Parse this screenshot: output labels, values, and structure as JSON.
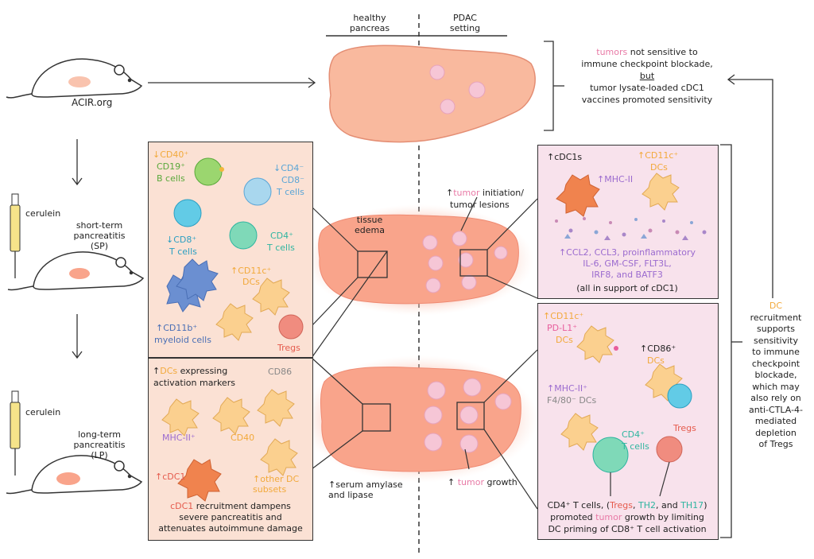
{
  "colors": {
    "peach_panel": "#fbe1d4",
    "pink_panel": "#f8e2ec",
    "organ": "#f9b99e",
    "tumor": "#f6c6d6",
    "dc": "#fbd08f",
    "b_cell": "#9bd66f",
    "t_cell": "#a9d7ee",
    "cd4": "#7fd9b8",
    "cd8": "#62cbe6",
    "myeloid": "#6b8fd1",
    "treg": "#f08c7f",
    "cdc1": "#f0834e",
    "text_orange": "#f2a93b",
    "text_green": "#5aa83b",
    "text_blue": "#5aa5d6",
    "text_teal": "#2fb5a0",
    "text_purple": "#9b6bcf",
    "text_pink": "#e85d9c",
    "text_red": "#e55b4d"
  },
  "header": {
    "healthy": "healthy\npancreas",
    "pdac": "PDAC\nsetting"
  },
  "mouse": {
    "acir": "ACIR.org",
    "cerulein1": "cerulein",
    "cerulein2": "cerulein",
    "sp": "short-term\npancreatitis\n(SP)",
    "lp": "long-term\npancreatitis\n(LP)"
  },
  "right_top": {
    "tumors": "tumors",
    "line1": "not sensitive to",
    "line2": "immune checkpoint blockade,",
    "but": "but",
    "line3": "tumor lysate-loaded cDC1",
    "line4": "vaccines promoted sensitivity"
  },
  "far_right": {
    "dc": "DC",
    "text": "recruitment\nsupports\nsensitivity\nto immune\ncheckpoint\nblockade,\nwhich may\nalso rely on\nanti-CTLA-4-\nmediated\ndepletion\nof Tregs"
  },
  "sp_panel": {
    "cd40": "↓CD40⁺",
    "cd19": "CD19⁺",
    "bcells": "B cells",
    "cd4neg": "↓CD4⁻",
    "cd8neg": "CD8⁻",
    "tcells1": "T cells",
    "cd8": "↓CD8⁺",
    "tcells2": "T cells",
    "cd4": "CD4⁺",
    "tcells3": "T cells",
    "cd11c": "↑CD11c⁺",
    "dcs": "DCs",
    "cd11b": "↑CD11b⁺",
    "myeloid": "myeloid cells",
    "tregs": "Tregs"
  },
  "lp_panel": {
    "dcs_expr": "↑DCs expressing",
    "activation": "activation markers",
    "cd86": "CD86",
    "mhc": "MHC-II⁺",
    "cd40": "CD40",
    "cdc1": "↑cDC1",
    "other": "↑other DC\nsubsets",
    "summary": "cDC1 recruitment dampens\nsevere pancreatitis and\nattenuates autoimmune damage"
  },
  "middle": {
    "edema": "tissue\nedema",
    "amylase": "↑serum amylase\nand lipase",
    "tumor_init1": "↑",
    "tumor_word1": "tumor",
    "tumor_init2": "initiation/",
    "tumor_init3": "tumor lesions",
    "growth_arrow": "↑",
    "growth_tumor": "tumor",
    "growth": "growth"
  },
  "pdac_sp_panel": {
    "cdc1s": "↑cDC1s",
    "cd11c": "↑CD11c⁺",
    "dcs": "DCs",
    "mhc": "↑MHC-II",
    "chemo": "↑CCL2, CCL3, proinflammatory\nIL-6, GM-CSF, FLT3L,\nIRF8, and BATF3",
    "support": "(all in support of cDC1)"
  },
  "pdac_lp_panel": {
    "cd11c": "↑CD11c⁺",
    "pdl1": "PD-L1⁺",
    "dcs1": "DCs",
    "cd86": "↑CD86⁺",
    "dcs2": "DCs",
    "mhc": "↑MHC-II⁺",
    "f480": "F4/80⁻ DCs",
    "cd4": "CD4⁺",
    "tcells": "T cells",
    "tregs": "Tregs",
    "line1a": "CD4⁺ T cells, (",
    "tregs2": "Tregs",
    "comma": ", ",
    "th2": "TH2",
    "and": ", and ",
    "th17": "TH17",
    "close": ")",
    "line2a": "promoted ",
    "tumor": "tumor",
    "line2b": " growth by limiting",
    "line3": "DC priming of CD8⁺ T cell activation"
  }
}
